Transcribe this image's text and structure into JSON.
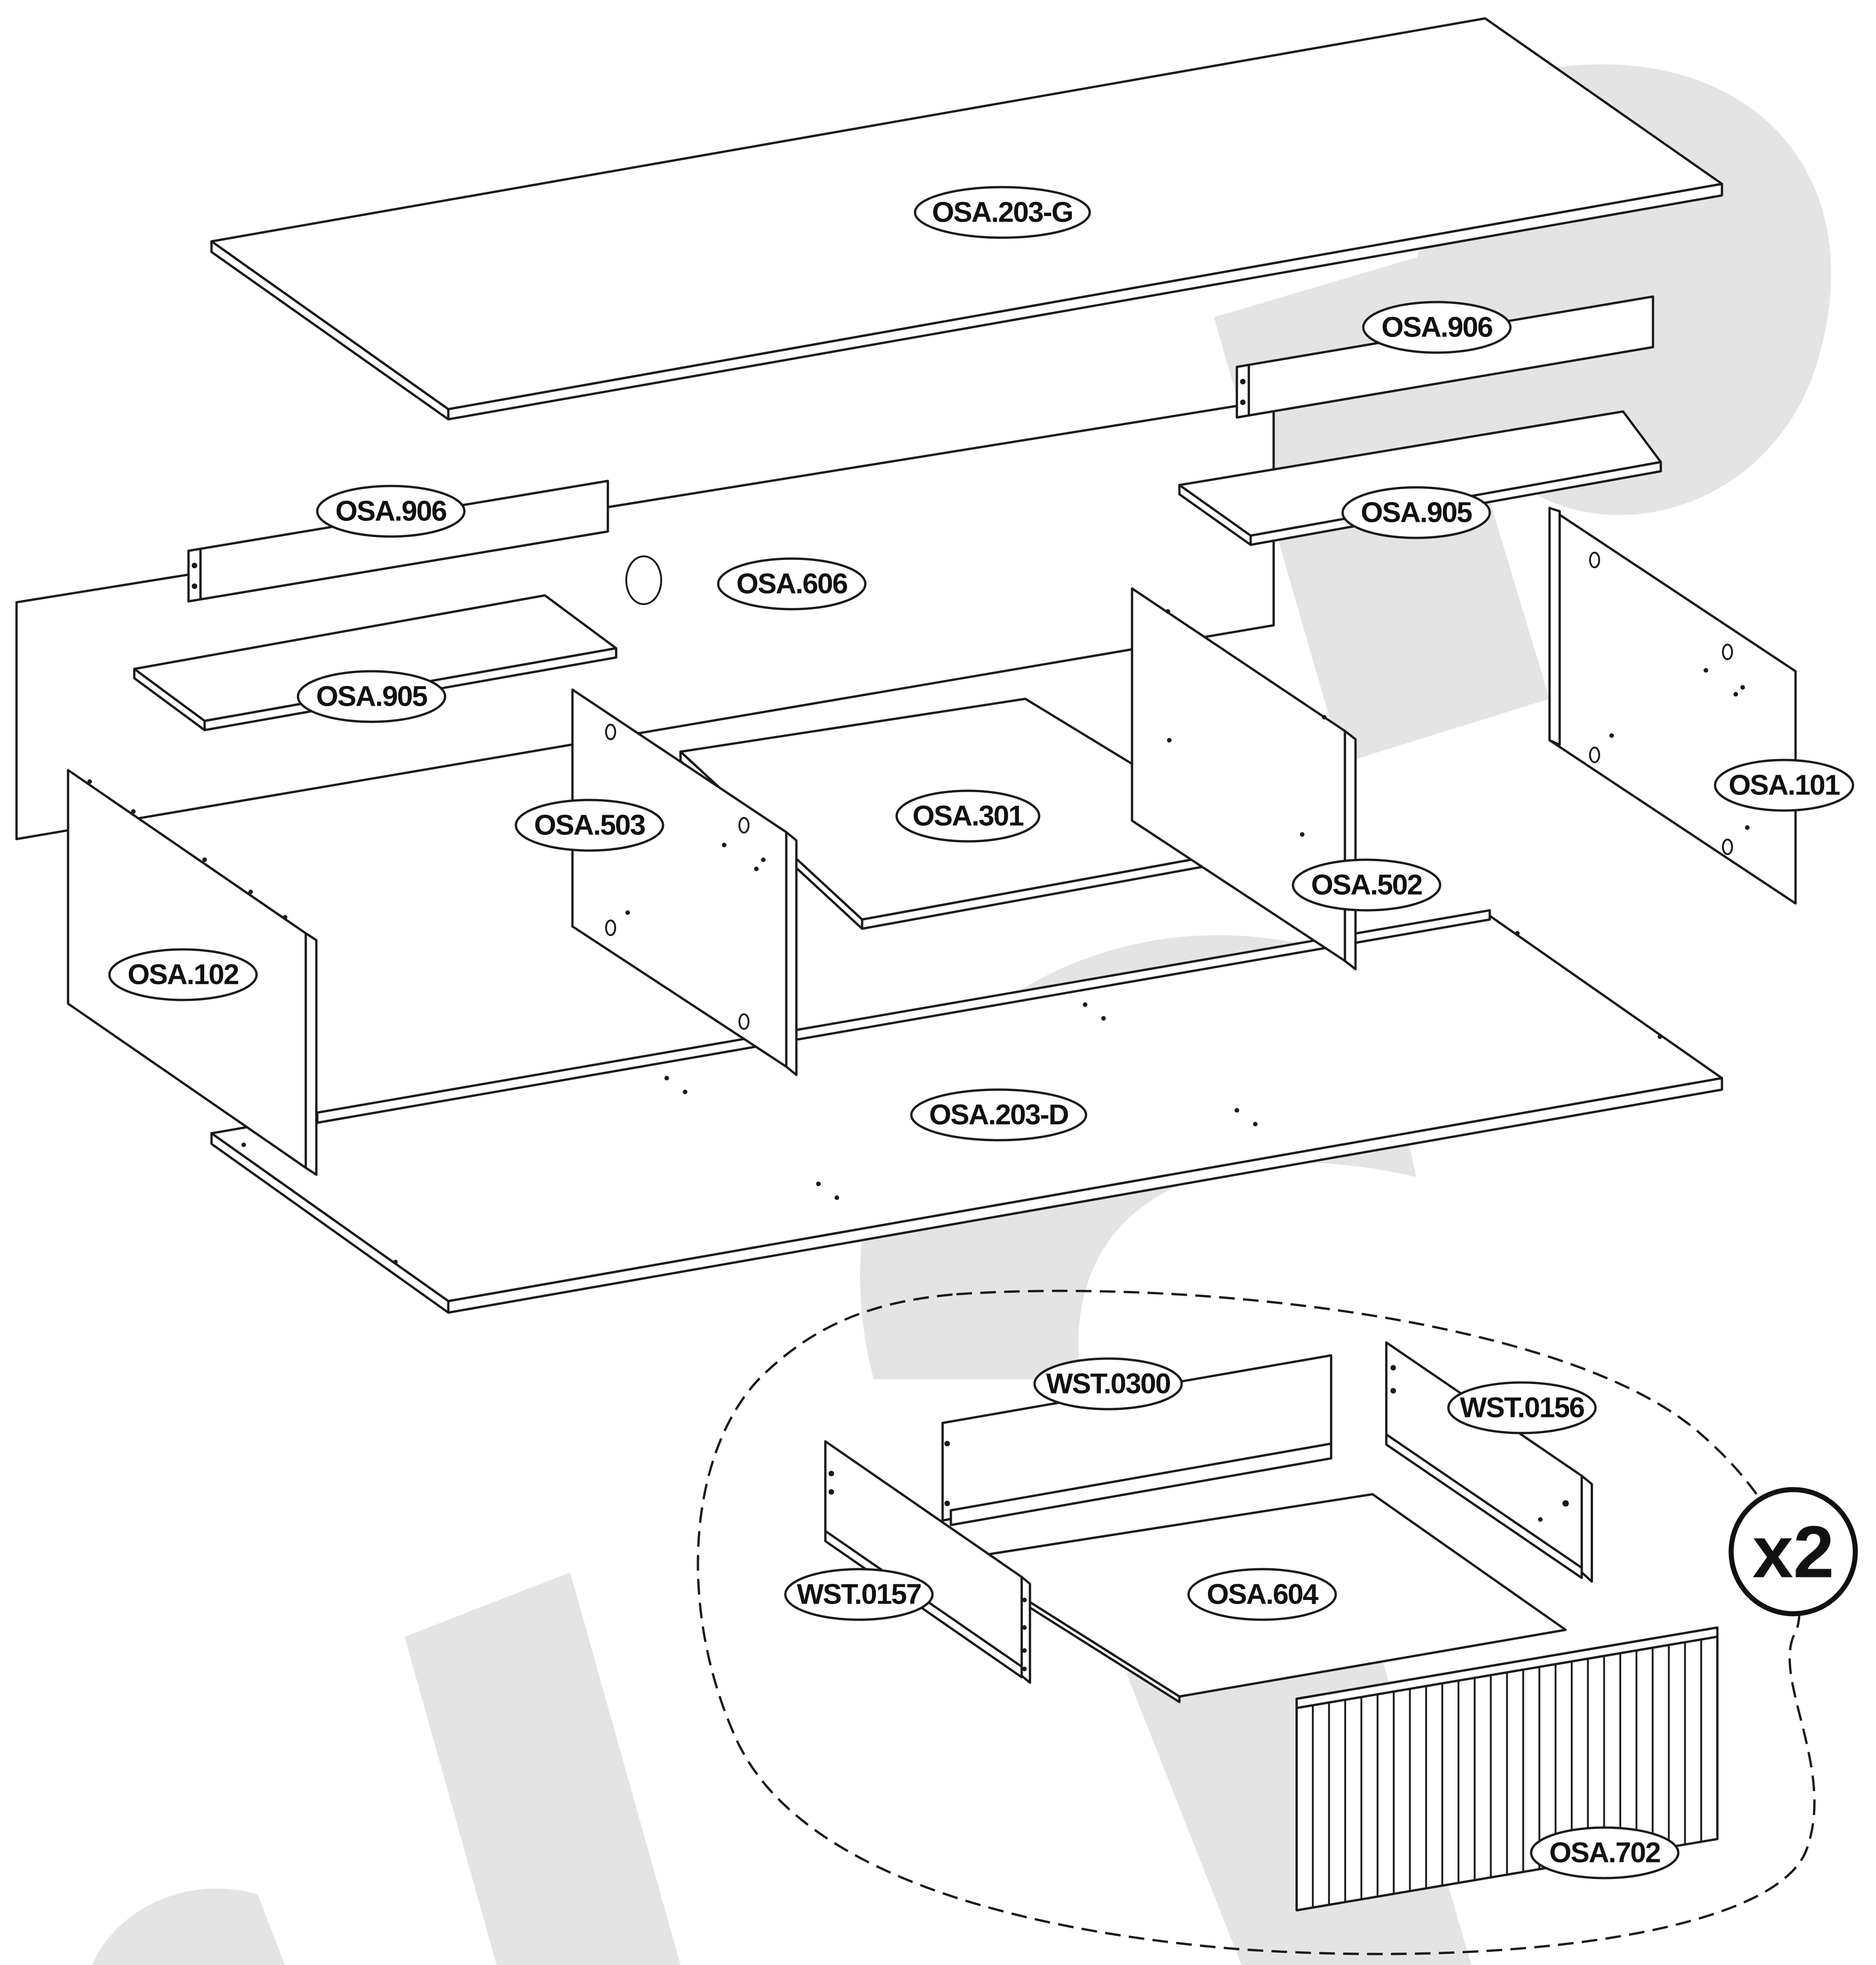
{
  "diagram": {
    "quantity_badge": "x2",
    "parts": {
      "top_panel": "OSA.203-G",
      "back_rail_right": "OSA.906",
      "back_rail_left": "OSA.906",
      "shelf_right": "OSA.905",
      "shelf_left": "OSA.905",
      "back_panel": "OSA.606",
      "side_right": "OSA.101",
      "side_left": "OSA.102",
      "divider_left": "OSA.503",
      "divider_right": "OSA.502",
      "middle_shelf": "OSA.301",
      "bottom_panel": "OSA.203-D",
      "drawer_back": "WST.0300",
      "drawer_side_right": "WST.0156",
      "drawer_side_left": "WST.0157",
      "drawer_bottom": "OSA.604",
      "drawer_front": "OSA.702"
    }
  }
}
